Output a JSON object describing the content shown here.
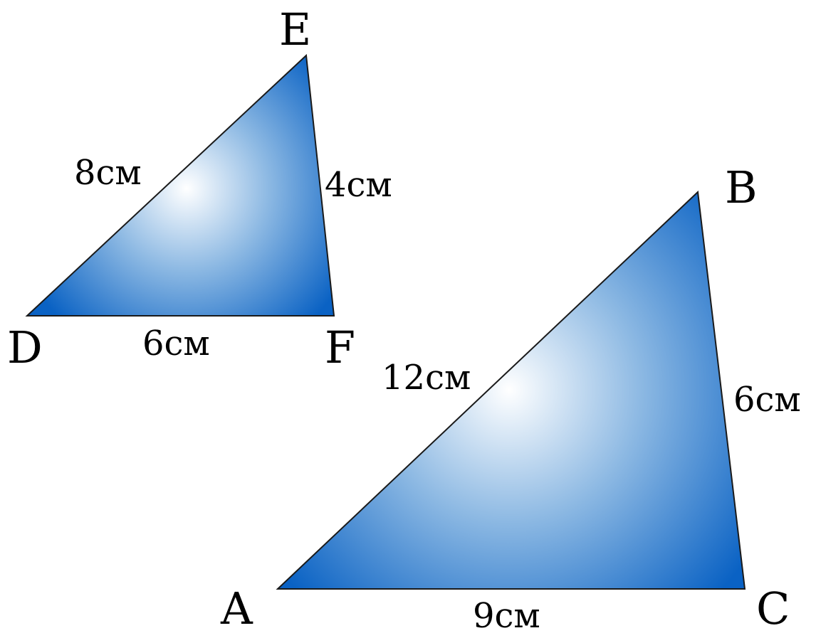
{
  "figure": {
    "colors": {
      "fill_highlight": "#ffffff",
      "fill_mid": "#8db9e3",
      "fill_edge": "#0a62c4",
      "outline": "#1a1a1a",
      "text": "#000000"
    },
    "small_triangle": {
      "vertices": {
        "d": "D",
        "e": "E",
        "f": "F"
      },
      "sides": {
        "de": "8см",
        "ef": "4см",
        "df": "6см"
      }
    },
    "large_triangle": {
      "vertices": {
        "a": "A",
        "b": "B",
        "c": "C"
      },
      "sides": {
        "ab": "12см",
        "bc": "6см",
        "ac": "9см"
      }
    }
  }
}
